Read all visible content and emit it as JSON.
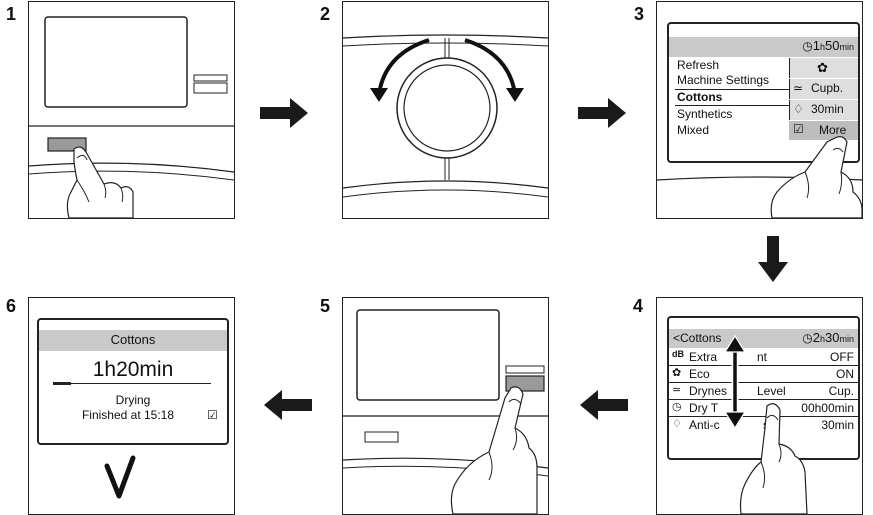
{
  "steps": [
    {
      "number": "1"
    },
    {
      "number": "2"
    },
    {
      "number": "3"
    },
    {
      "number": "4"
    },
    {
      "number": "5"
    },
    {
      "number": "6"
    }
  ],
  "screen3": {
    "time_value": "1",
    "time_h": "h",
    "time_min_value": "50",
    "time_unit": "min",
    "programs": [
      "Refresh",
      "Machine Settings",
      "Cottons",
      "Synthetics",
      "Mixed"
    ],
    "options": [
      {
        "icon": "eco-leaf-icon",
        "label": ""
      },
      {
        "icon": "dryness-icon",
        "label": "Cupb."
      },
      {
        "icon": "dry-time-icon",
        "label": "30min"
      },
      {
        "icon": "more-icon",
        "label": "More"
      }
    ]
  },
  "screen4": {
    "back_label": "<Cottons",
    "time_value": "2",
    "time_h": "h",
    "time_min_value": "30",
    "time_unit": "min",
    "rows": [
      {
        "icon": "db-icon",
        "label": "Extra",
        "label2": "nt",
        "value": "OFF"
      },
      {
        "icon": "eco-icon",
        "label": "Eco",
        "label2": "",
        "value": "ON"
      },
      {
        "icon": "dryness-icon",
        "label": "Drynes",
        "label2": "Level",
        "value": "Cup."
      },
      {
        "icon": "dry-time-icon",
        "label": "Dry T",
        "label2": "",
        "value": "00h00min"
      },
      {
        "icon": "anti-crease-icon",
        "label": "Anti-c",
        "label2": "se",
        "value": "30min"
      }
    ]
  },
  "screen6": {
    "title": "Cottons",
    "time": "1h20min",
    "status": "Drying",
    "finished": "Finished at 15:18"
  }
}
